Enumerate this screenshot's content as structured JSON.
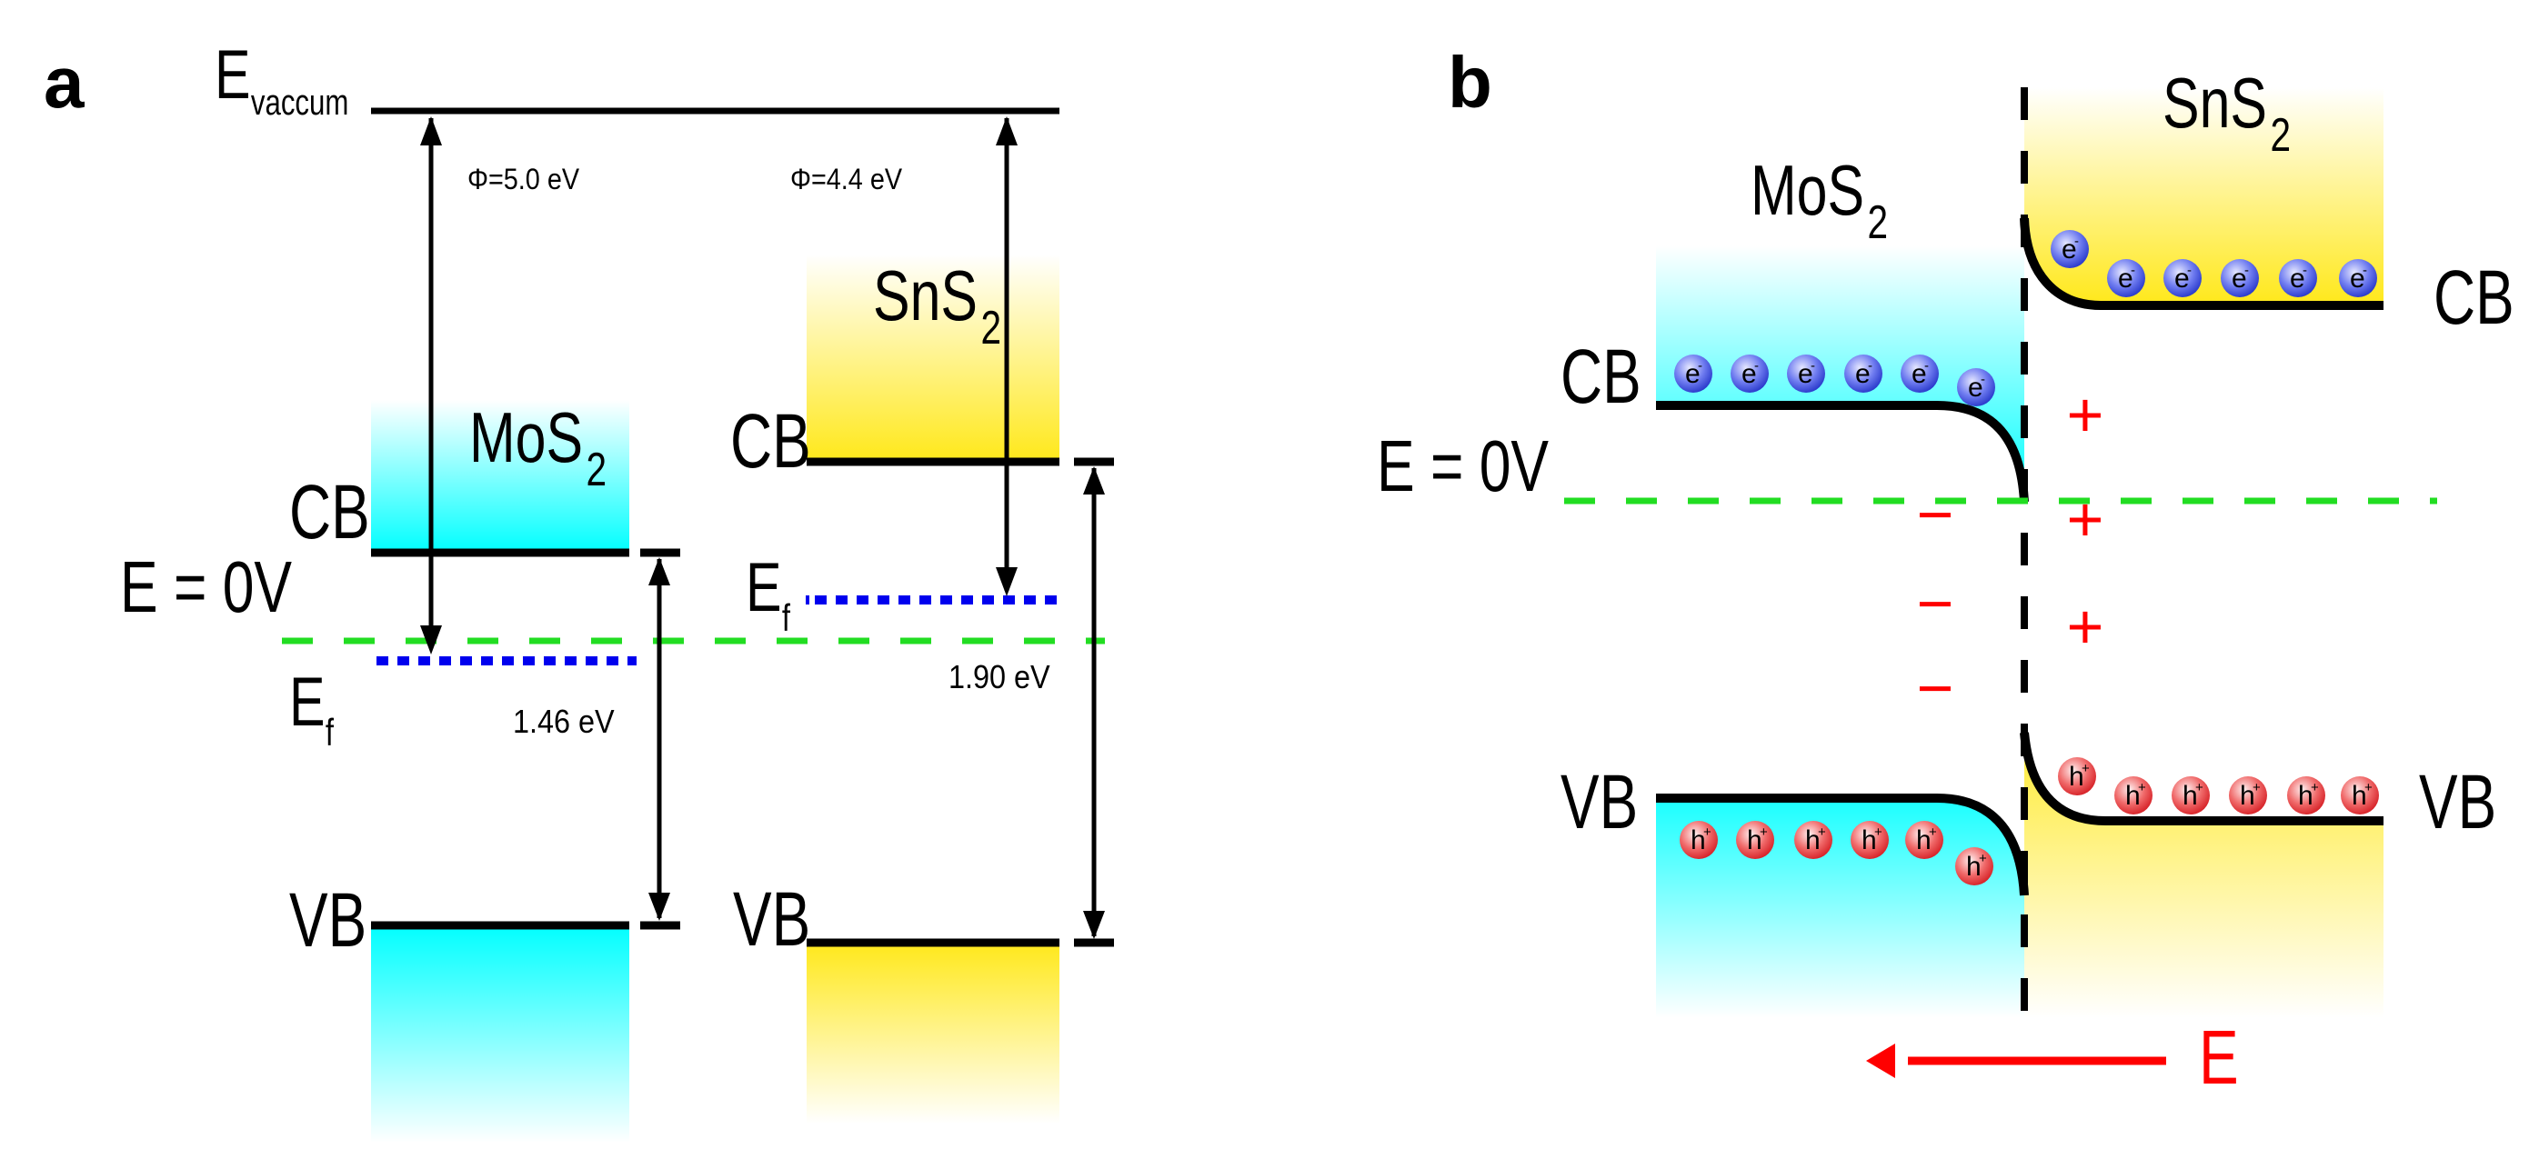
{
  "colors": {
    "mos2_band": "#00ffff",
    "sns2_band": "#ffe81a",
    "vacuum_and_bands": "#000000",
    "zero_potential_line": "#22dd22",
    "fermi_level": "#0000ee",
    "electron": "#3344dd",
    "hole": "#e8343a",
    "charge_and_field": "#ff0000"
  },
  "panel_a": {
    "panel_label": "a",
    "vacuum": {
      "main": "E",
      "sub": "vaccum"
    },
    "work_function_mos2": "Φ=5.0 eV",
    "work_function_sns2": "Φ=4.4 eV",
    "mos2": {
      "name": "MoS",
      "sub": "2"
    },
    "sns2": {
      "name": "SnS",
      "sub": "2"
    },
    "cb_label": "CB",
    "vb_label": "VB",
    "zero_label": "E = 0V",
    "fermi": {
      "main": "E",
      "sub": "f"
    },
    "bandgap_mos2": "1.46 eV",
    "bandgap_sns2": "1.90 eV"
  },
  "panel_b": {
    "panel_label": "b",
    "mos2": {
      "name": "MoS",
      "sub": "2"
    },
    "sns2": {
      "name": "SnS",
      "sub": "2"
    },
    "cb_label": "CB",
    "vb_label": "VB",
    "zero_label": "E = 0V",
    "electron": {
      "symbol": "e",
      "charge": "-"
    },
    "hole": {
      "symbol": "h",
      "charge": "+"
    },
    "electron_counts": {
      "mos2": 6,
      "sns2": 6
    },
    "hole_counts": {
      "mos2": 6,
      "sns2": 6
    },
    "depletion_minus": "−",
    "depletion_plus": "+",
    "field_label": "E"
  }
}
